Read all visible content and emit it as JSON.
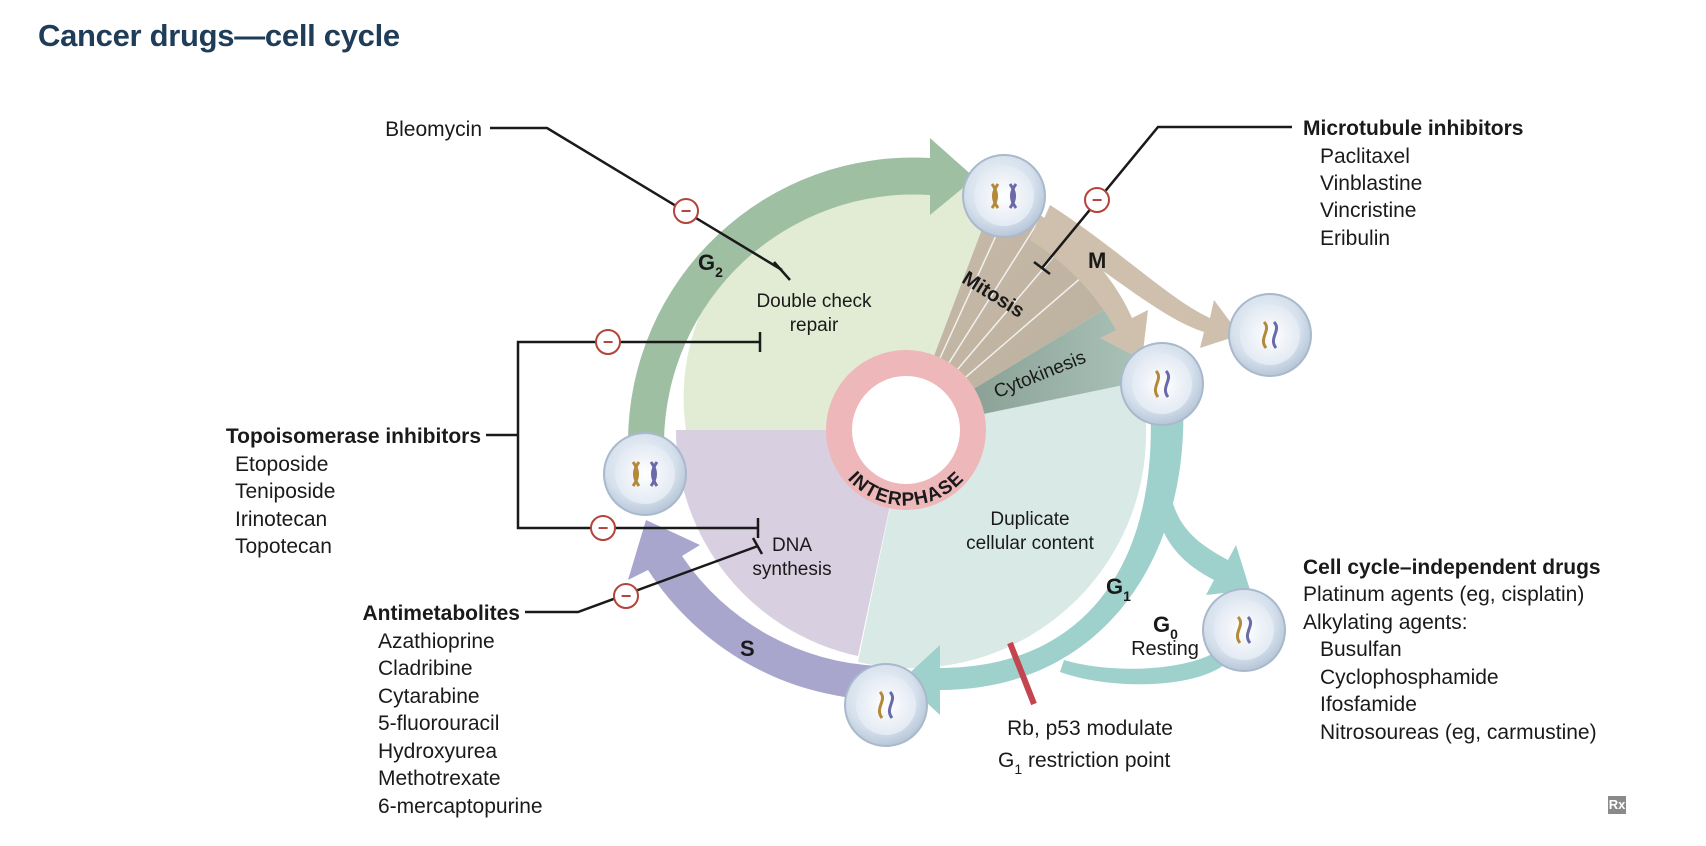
{
  "title": "Cancer drugs—cell cycle",
  "phases": {
    "g2": "G",
    "g2_sub": "2",
    "m": "M",
    "s": "S",
    "g1": "G",
    "g1_sub": "1",
    "g0": "G",
    "g0_sub": "0",
    "resting": "Resting",
    "mitosis": "Mitosis",
    "cytokinesis": "Cytokinesis",
    "interphase": "INTERPHASE"
  },
  "regions": {
    "double_check_line1": "Double check",
    "double_check_line2": "repair",
    "dna_line1": "DNA",
    "dna_line2": "synthesis",
    "duplicate_line1": "Duplicate",
    "duplicate_line2": "cellular content"
  },
  "restriction": {
    "line1": "Rb, p53 modulate",
    "line2_prefix": "G",
    "line2_sub": "1",
    "line2_rest": " restriction point"
  },
  "bleomycin": "Bleomycin",
  "microtubule": {
    "heading": "Microtubule inhibitors",
    "drugs": [
      "Paclitaxel",
      "Vinblastine",
      "Vincristine",
      "Eribulin"
    ]
  },
  "topoisomerase": {
    "heading": "Topoisomerase inhibitors",
    "drugs": [
      "Etoposide",
      "Teniposide",
      "Irinotecan",
      "Topotecan"
    ]
  },
  "antimetabolites": {
    "heading": "Antimetabolites",
    "drugs": [
      "Azathioprine",
      "Cladribine",
      "Cytarabine",
      "5-fluorouracil",
      "Hydroxyurea",
      "Methotrexate",
      "6-mercaptopurine"
    ]
  },
  "independent": {
    "heading": "Cell cycle–independent drugs",
    "platinum": "Platinum agents (eg, cisplatin)",
    "alkylating": "Alkylating agents:",
    "drugs": [
      "Busulfan",
      "Cyclophosphamide",
      "Ifosfamide",
      "Nitrosoureas (eg, carmustine)"
    ]
  },
  "inhibit_symbol": "−",
  "logo": "Rx",
  "colors": {
    "title": "#1f3d59",
    "g2_wedge": "#e2ecd4",
    "g2_arrow": "#9fbfa3",
    "s_wedge": "#d8cfe0",
    "s_arrow": "#a9a6cd",
    "g1_wedge": "#d9e9e6",
    "g1_arrow": "#9ed0cc",
    "mitosis": "#cbbfaf",
    "cytokinesis": "#8ca59a",
    "interphase_ring": "#eeb7ba",
    "restriction": "#c2454f",
    "inhibit": "#b3443a",
    "cell": "#cfdbea"
  }
}
